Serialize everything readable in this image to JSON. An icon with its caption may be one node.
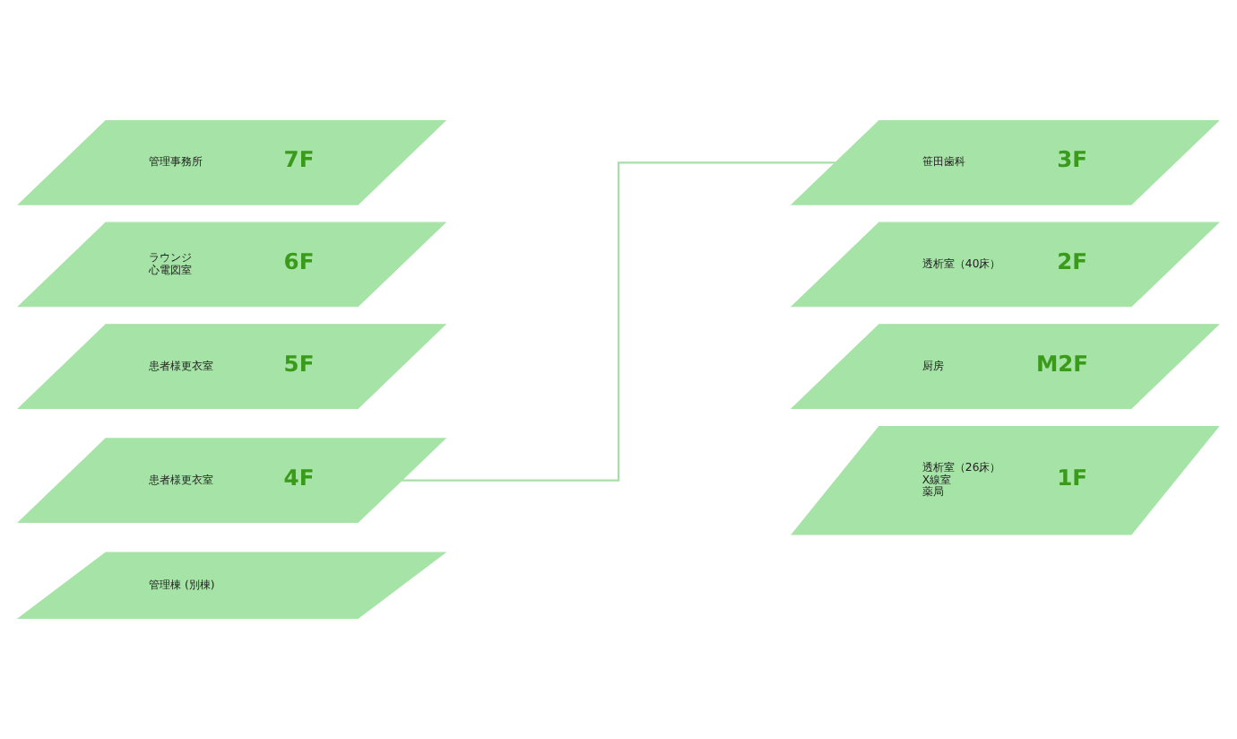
{
  "diagram": {
    "nodes": [
      {
        "text": [
          "管理事務所",
          "7F"
        ]
      },
      {
        "text": [
          "ラウンジ",
          "心電図室",
          "6F"
        ]
      },
      {
        "text": [
          "患者様更衣室",
          "5F"
        ]
      },
      {
        "text": [
          "患者様更衣室",
          "4F"
        ]
      },
      {
        "text": [
          "管理棟 (別棟)"
        ]
      },
      {
        "text": [
          "笹田歯科",
          "3F"
        ]
      },
      {
        "text": [
          "透析室（40床）",
          "2F"
        ]
      },
      {
        "text": [
          "厨房",
          "M2F"
        ]
      },
      {
        "text": [
          "透析室（26床）",
          "X線室",
          "薬局",
          "1F"
        ]
      }
    ],
    "edges": [
      {
        "from": 3,
        "to": 5,
        "arrow": "none",
        "color": "#a6e0a6"
      }
    ]
  }
}
